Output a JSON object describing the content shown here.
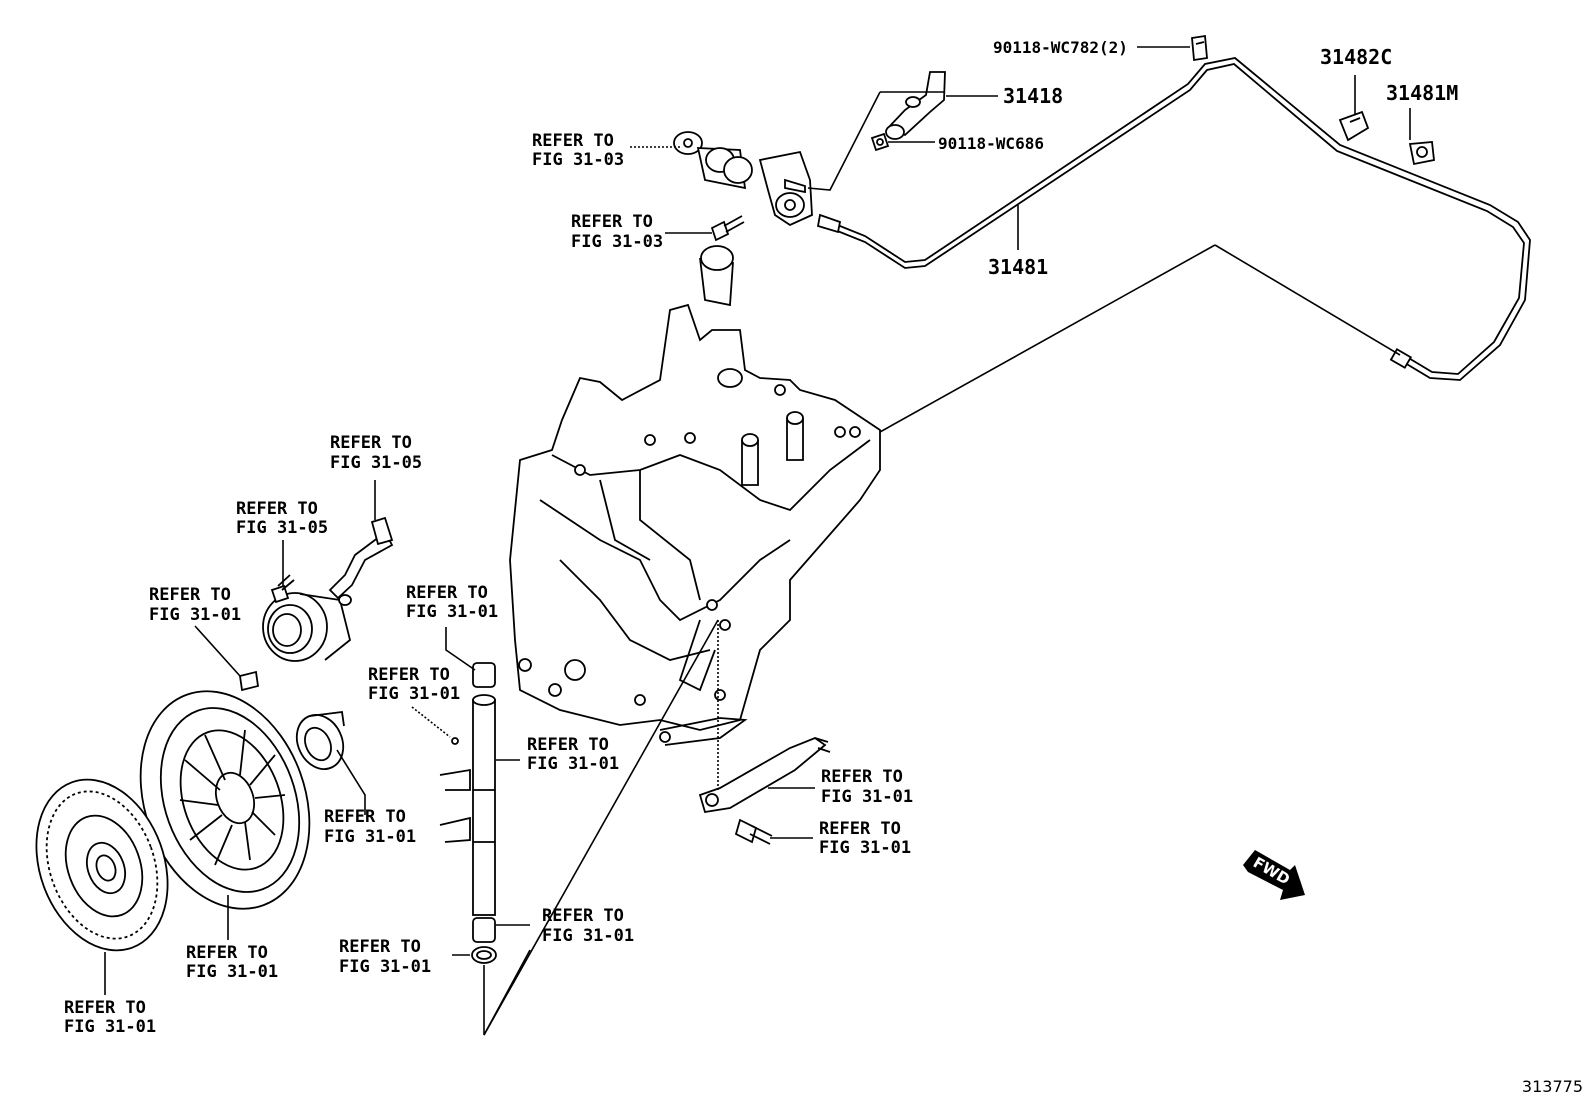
{
  "diagram": {
    "refer_to": "REFER TO",
    "figs": {
      "f3101": "FIG 31-01",
      "f3103": "FIG 31-03",
      "f3105": "FIG 31-05"
    },
    "parts": {
      "p90118_wc782": "90118-WC782(2)",
      "p31418": "31418",
      "p90118_wc686": "90118-WC686",
      "p31482c": "31482C",
      "p31481m": "31481M",
      "p31481": "31481"
    },
    "fwd": "FWD",
    "illustration_number": "313775"
  }
}
